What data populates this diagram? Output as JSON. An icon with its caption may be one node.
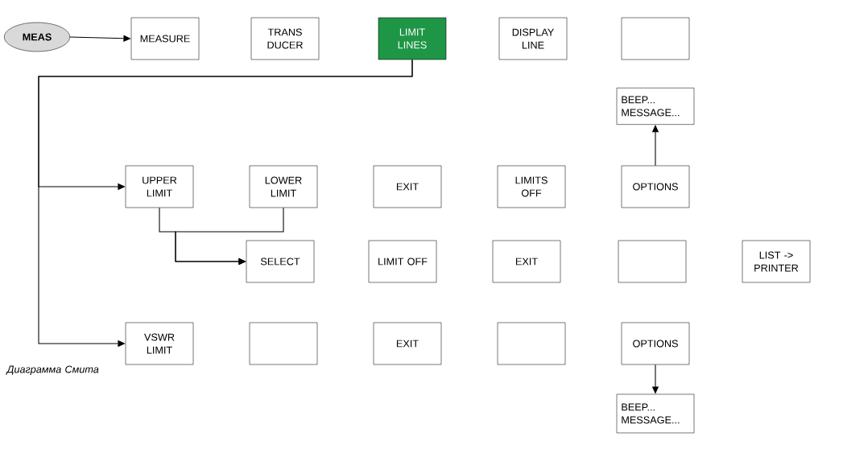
{
  "diagram": {
    "nodes": [
      {
        "text": [
          "MEAS"
        ]
      },
      {
        "text": [
          "MEASURE"
        ]
      },
      {
        "text": [
          "TRANS DUCER"
        ]
      },
      {
        "text": [
          "LIMIT LINES"
        ]
      },
      {
        "text": [
          "DISPLAY LINE"
        ]
      },
      {
        "text": [],
        "shape": "box"
      },
      {
        "text": [
          "BEEP... MESSAGE..."
        ]
      },
      {
        "text": [
          "UPPER LIMIT"
        ]
      },
      {
        "text": [
          "LOWER LIMIT"
        ]
      },
      {
        "text": [
          "EXIT"
        ]
      },
      {
        "text": [
          "LIMITS OFF"
        ]
      },
      {
        "text": [
          "OPTIONS"
        ]
      },
      {
        "text": [
          "SELECT"
        ]
      },
      {
        "text": [
          "LIMIT OFF"
        ]
      },
      {
        "text": [
          "EXIT"
        ]
      },
      {
        "text": [],
        "shape": "box"
      },
      {
        "text": [
          "LIST -> PRINTER"
        ]
      },
      {
        "text": [
          "VSWR LIMIT"
        ]
      },
      {
        "text": [],
        "shape": "box"
      },
      {
        "text": [
          "EXIT"
        ]
      },
      {
        "text": [],
        "shape": "box"
      },
      {
        "text": [
          "OPTIONS"
        ]
      },
      {
        "text": [
          "BEEP... MESSAGE..."
        ]
      }
    ],
    "edges": [
      {
        "from": 0,
        "to": 1,
        "arrow": "to"
      },
      {
        "from": 3,
        "to": 7,
        "arrow": "to"
      },
      {
        "from": 3,
        "to": 17,
        "arrow": "to"
      },
      {
        "from": 11,
        "to": 6,
        "arrow": "to"
      },
      {
        "from": 7,
        "to": 12,
        "arrow": "to"
      },
      {
        "from": 8,
        "to": 12,
        "arrow": "to"
      },
      {
        "from": 21,
        "to": 22,
        "arrow": "to"
      }
    ],
    "labels": [
      "Диаграмма Смита"
    ]
  }
}
